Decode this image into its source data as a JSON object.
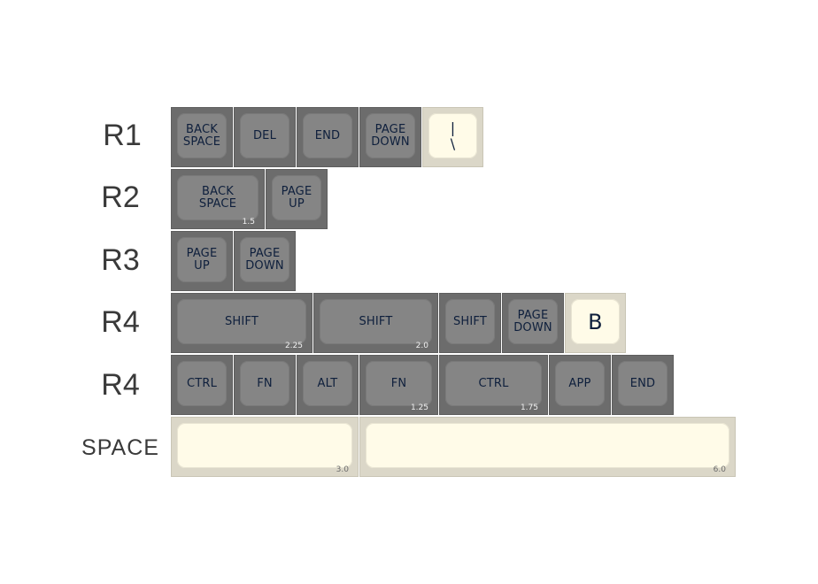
{
  "rows": {
    "r1": "R1",
    "r2": "R2",
    "r3": "R3",
    "r4a": "R4",
    "r4b": "R4",
    "space": "SPACE"
  },
  "keys": {
    "r1": {
      "backspace": "BACK\nSPACE",
      "del": "DEL",
      "end": "END",
      "pagedown": "PAGE\nDOWN",
      "pipe": "|\n\\"
    },
    "r2": {
      "backspace": "BACK\nSPACE",
      "backspace_size": "1.5",
      "pageup": "PAGE\nUP"
    },
    "r3": {
      "pageup": "PAGE\nUP",
      "pagedown": "PAGE\nDOWN"
    },
    "r4": {
      "shift225": "SHIFT",
      "shift225_size": "2.25",
      "shift20": "SHIFT",
      "shift20_size": "2.0",
      "shift": "SHIFT",
      "pagedown": "PAGE\nDOWN",
      "b": "B"
    },
    "r5": {
      "ctrl": "CTRL",
      "fn": "FN",
      "alt": "ALT",
      "fn125": "FN",
      "fn125_size": "1.25",
      "ctrl175": "CTRL",
      "ctrl175_size": "1.75",
      "app": "APP",
      "end": "END"
    },
    "space": {
      "space3_size": "3.0",
      "space6_size": "6.0"
    }
  },
  "colors": {
    "gray_key": "#6c6c6c",
    "gray_top": "#858585",
    "cream_key": "#dbd7c8",
    "cream_top": "#fffbe8",
    "legend": "#0e1f3c"
  }
}
